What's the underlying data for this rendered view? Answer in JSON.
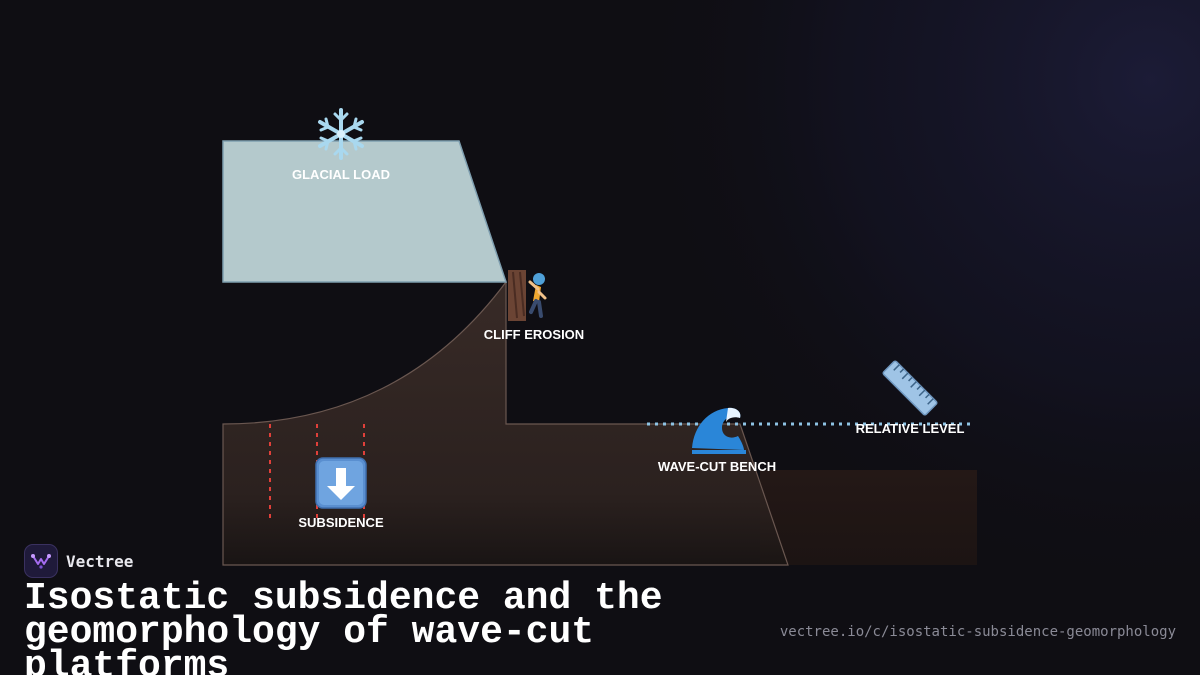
{
  "labels": {
    "glacial_load": "GLACIAL LOAD",
    "cliff_erosion": "CLIFF EROSION",
    "wave_cut_bench": "WAVE-CUT BENCH",
    "relative_level": "RELATIVE LEVEL",
    "subsidence": "SUBSIDENCE"
  },
  "icons": {
    "glacial_load": "snowflake-icon",
    "cliff_erosion": "climber-icon",
    "wave_cut_bench": "wave-icon",
    "relative_level": "ruler-icon",
    "subsidence": "down-arrow-icon"
  },
  "colors": {
    "ice": "#b4c9cc",
    "bedrock": "#3a2c28",
    "sea_level_line": "#8ec3e4",
    "subsidence_lines": "#e0403a",
    "background": "#0f0e13"
  },
  "brand": {
    "name": "Vectree"
  },
  "title": "Isostatic subsidence and the geomorphology of wave-cut platforms",
  "url": "vectree.io/c/isostatic-subsidence-geomorphology"
}
